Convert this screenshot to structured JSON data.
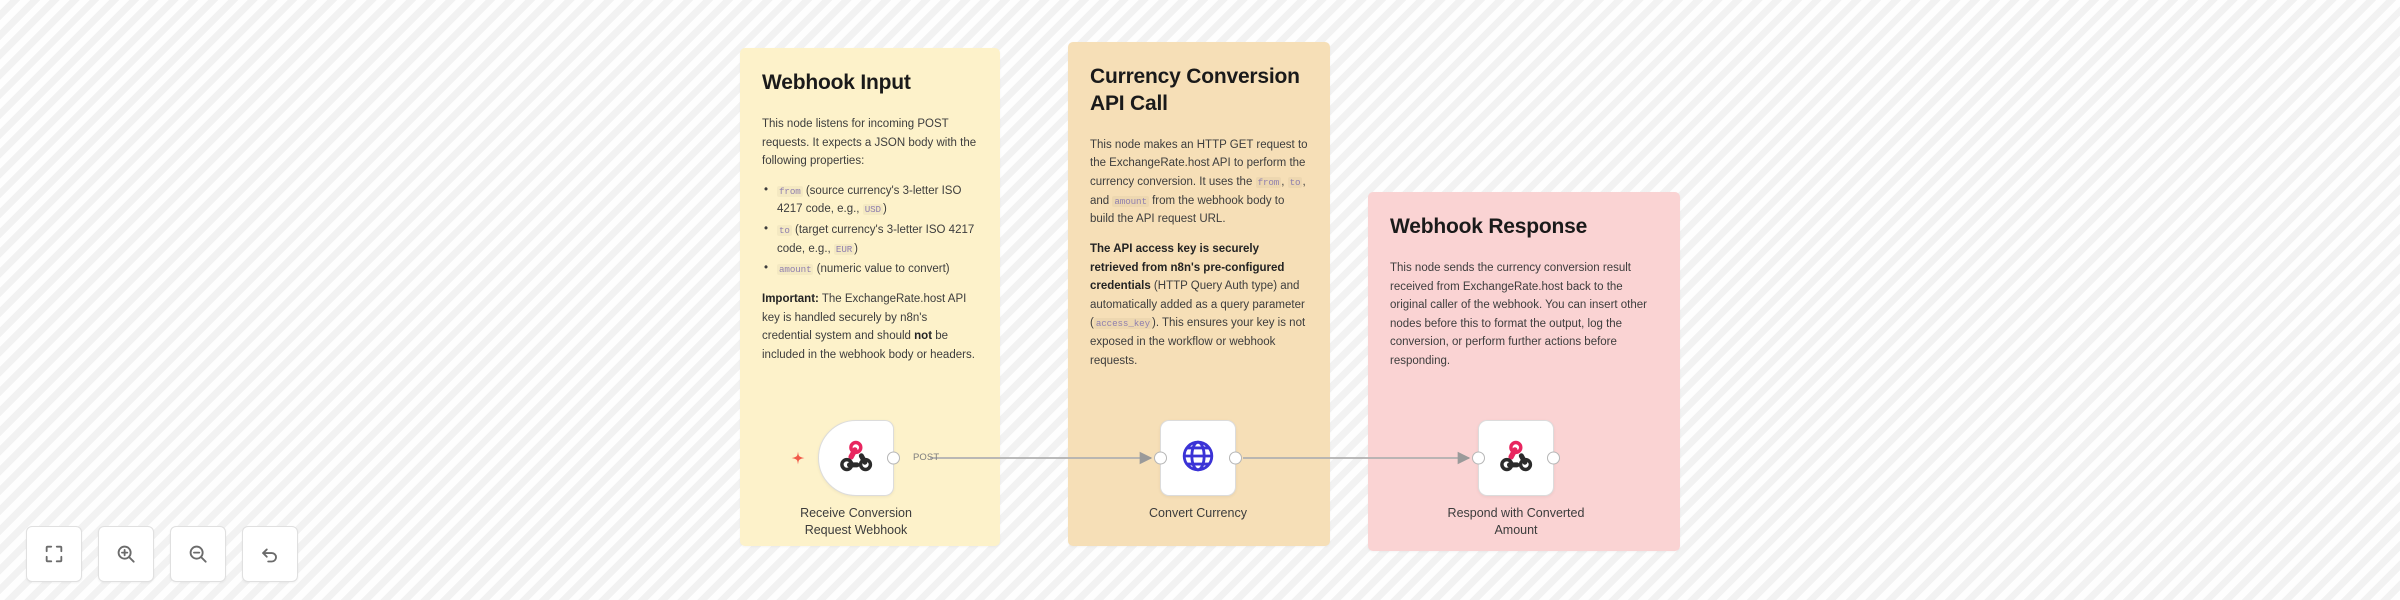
{
  "notes": [
    {
      "id": "webhook-input",
      "title": "Webhook Input",
      "color": "#fdf2ca",
      "intro": "This node listens for incoming POST requests. It expects a JSON body with the following properties:",
      "bullets": [
        {
          "code": "from",
          "text": " (source currency's 3-letter ISO 4217 code, e.g., ",
          "code2": "USD",
          "tail": ")"
        },
        {
          "code": "to",
          "text": " (target currency's 3-letter ISO 4217 code, e.g., ",
          "code2": "EUR",
          "tail": ")"
        },
        {
          "code": "amount",
          "text": " (numeric value to convert)",
          "code2": "",
          "tail": ""
        }
      ],
      "important_label": "Important:",
      "important_text_1": " The ExchangeRate.host API key is handled securely by n8n's credential system and should ",
      "important_bold_2": "not",
      "important_text_2": " be included in the webhook body or headers."
    },
    {
      "id": "api-call",
      "title": "Currency Conversion API Call",
      "color": "#f6dfb7",
      "para_1_a": "This node makes an HTTP GET request to the ExchangeRate.host API to perform the currency conversion. It uses the ",
      "para_1_code1": "from",
      "para_1_b": ", ",
      "para_1_code2": "to",
      "para_1_c": ", and ",
      "para_1_code3": "amount",
      "para_1_d": " from the webhook body to build the API request URL.",
      "para_2_bold": "The API access key is securely retrieved from n8n's pre-configured credentials",
      "para_2_a": " (HTTP Query Auth type) and automatically added as a query parameter (",
      "para_2_code": "access_key",
      "para_2_b": "). This ensures your key is not exposed in the workflow or webhook requests."
    },
    {
      "id": "webhook-response",
      "title": "Webhook Response",
      "color": "#fad3d3",
      "body": "This node sends the currency conversion result received from ExchangeRate.host back to the original caller of the webhook. You can insert other nodes before this to format the output, log the conversion, or perform further actions before responding."
    }
  ],
  "nodes": [
    {
      "id": "receive",
      "label": "Receive Conversion\nRequest Webhook",
      "icon": "webhook-icon",
      "type": "trigger",
      "icon_color": "#e8265f",
      "has_sparkle": true,
      "output_port_label": "POST"
    },
    {
      "id": "convert",
      "label": "Convert Currency",
      "icon": "globe-icon",
      "type": "action",
      "icon_color": "#3b33d6",
      "has_sparkle": false,
      "output_port_label": ""
    },
    {
      "id": "respond",
      "label": "Respond with Converted\nAmount",
      "icon": "webhook-icon",
      "type": "action",
      "icon_color": "#e8265f",
      "has_sparkle": false,
      "output_port_label": ""
    }
  ],
  "toolbar": {
    "buttons": [
      {
        "name": "fit-to-view-button",
        "icon": "fit-screen-icon",
        "title": "Zoom to fit"
      },
      {
        "name": "zoom-in-button",
        "icon": "zoom-in-icon",
        "title": "Zoom in"
      },
      {
        "name": "zoom-out-button",
        "icon": "zoom-out-icon",
        "title": "Zoom out"
      },
      {
        "name": "reset-zoom-button",
        "icon": "undo-arrow-icon",
        "title": "Reset zoom"
      }
    ]
  },
  "colors": {
    "canvas_bg": "#f7f7f7",
    "wire": "#b0b0b0",
    "node_border": "#dcdcdc"
  }
}
